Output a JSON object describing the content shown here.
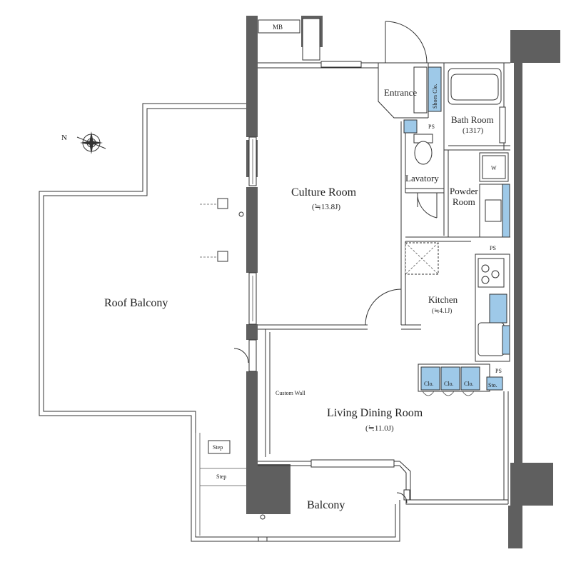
{
  "rooms": {
    "culture_room": "Culture Room",
    "culture_room_area": "(≒13.8J)",
    "entrance": "Entrance",
    "bath_room": "Bath Room",
    "bath_room_size": "(1317)",
    "lavatory": "Lavatory",
    "powder_room_line1": "Powder",
    "powder_room_line2": "Room",
    "kitchen": "Kitchen",
    "kitchen_area": "(≒4.1J)",
    "living_dining_room": "Living Dining Room",
    "living_dining_area": "(≒11.0J)",
    "roof_balcony": "Roof Balcony",
    "balcony": "Balcony"
  },
  "fixtures": {
    "mb": "MB",
    "shoes_closet": "Shoes Clo.",
    "ps_top": "PS",
    "ps_kitchen": "PS",
    "ps_living": "PS",
    "washer": "W",
    "closet_1": "Clo.",
    "closet_2": "Clo.",
    "closet_3": "Clo.",
    "storage": "Sto.",
    "custom_wall": "Custom Wall",
    "step_1": "Step",
    "step_2": "Step"
  },
  "compass": {
    "north": "N"
  },
  "colors": {
    "wall": "#5f5f5f",
    "storage_fill": "#9ec9e8",
    "line": "#333333"
  }
}
